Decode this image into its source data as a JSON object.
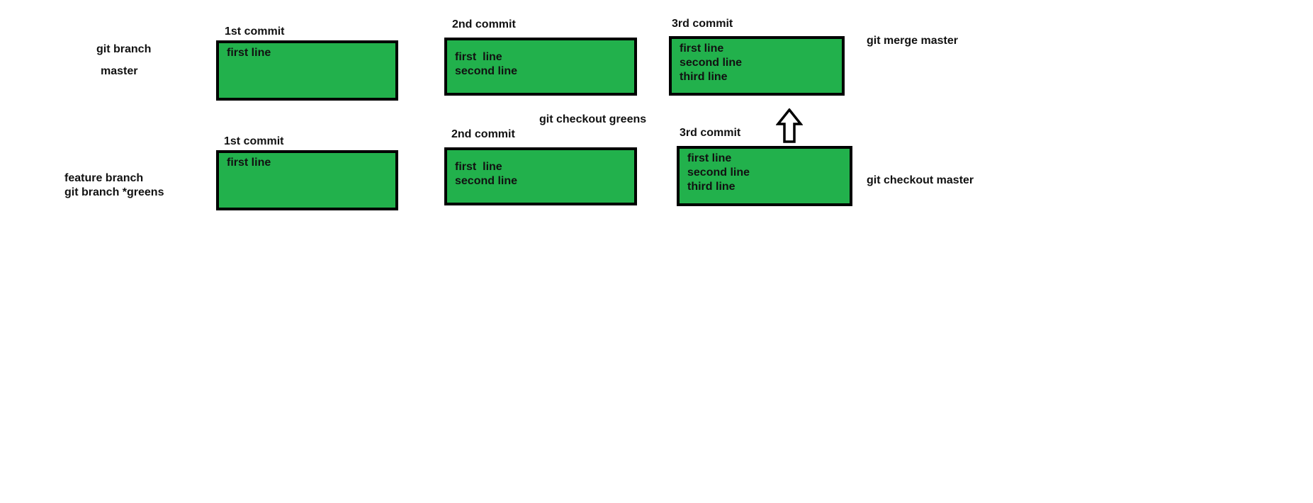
{
  "colors": {
    "commit_fill": "#22B14C",
    "border": "#000000",
    "text": "#111111",
    "background": "#FFFFFF"
  },
  "master": {
    "label_line1": "git branch",
    "label_line2": "master",
    "commits": [
      {
        "heading": "1st commit",
        "lines": [
          "first line"
        ]
      },
      {
        "heading": "2nd commit",
        "lines": [
          "first  line",
          "second line"
        ]
      },
      {
        "heading": "3rd commit",
        "lines": [
          "first line",
          "second line",
          "third line"
        ]
      }
    ],
    "command": "git merge master"
  },
  "feature": {
    "label_line1": "feature branch",
    "label_line2": "git branch *greens",
    "commits": [
      {
        "heading": "1st commit",
        "lines": [
          "first line"
        ]
      },
      {
        "heading": "2nd commit",
        "lines": [
          "first  line",
          "second line"
        ]
      },
      {
        "heading": "3rd commit",
        "lines": [
          "first line",
          "second line",
          "third line"
        ]
      }
    ],
    "checkout_command": "git checkout greens",
    "command": "git checkout master"
  },
  "arrow": {
    "icon": "up-arrow-icon"
  }
}
